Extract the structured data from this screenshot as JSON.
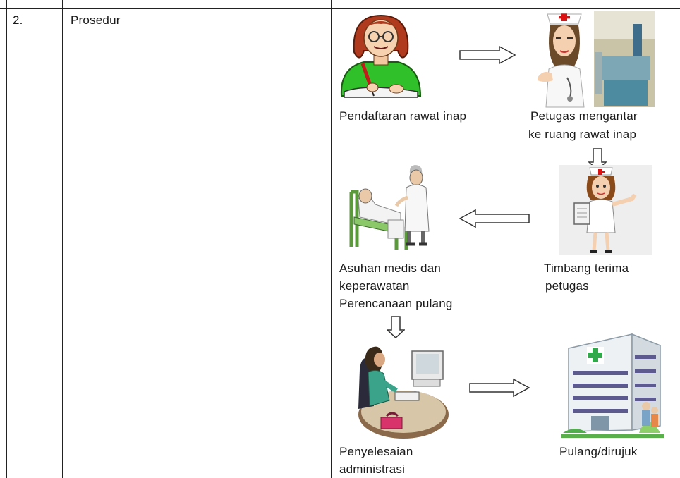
{
  "row": {
    "number": "2.",
    "title": "Prosedur"
  },
  "steps": {
    "step1": "Pendaftaran rawat inap",
    "step2_line1": "Petugas mengantar",
    "step2_line2": "ke ruang rawat inap",
    "step3_line1": "Timbang terima",
    "step3_line2": "petugas",
    "step4_line1": "Asuhan medis dan",
    "step4_line2": "keperawatan",
    "step4_line3": "Perencanaan pulang",
    "step5_line1": "Penyelesaian",
    "step5_line2": "administrasi",
    "step6": "Pulang/dirujuk"
  }
}
